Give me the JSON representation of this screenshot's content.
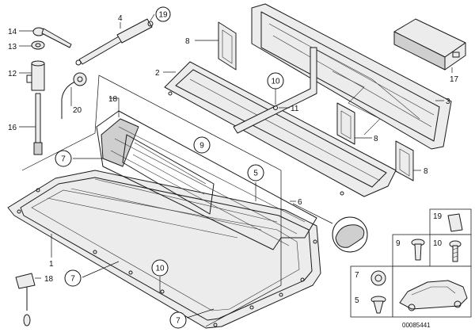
{
  "callouts": {
    "c1": "1",
    "c2": "2",
    "c3": "3",
    "c4": "4",
    "c5": "5",
    "c6": "6",
    "c7a": "7",
    "c7b": "7",
    "c7c": "7",
    "c8a": "8",
    "c8b": "8",
    "c8c": "8",
    "c9": "9",
    "c10a": "10",
    "c10b": "10",
    "c11": "11",
    "c12": "12",
    "c13": "13",
    "c14": "14",
    "c16": "16",
    "c17": "17",
    "c18a": "18",
    "c18b": "18",
    "c19": "19",
    "c20": "20"
  },
  "inset": {
    "i19": "19",
    "i9": "9",
    "i10": "10",
    "i7": "7",
    "i5": "5"
  },
  "doc_id": "00085441"
}
